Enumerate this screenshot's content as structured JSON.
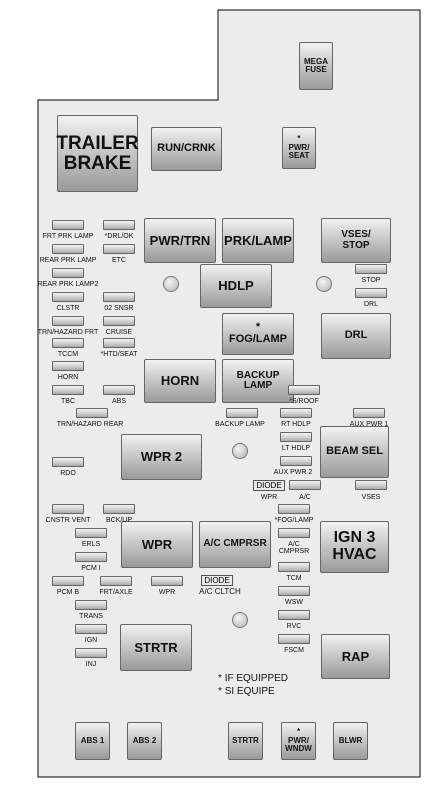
{
  "relays": {
    "mega_fuse": "MEGA\nFUSE",
    "trailer_brake": "TRAILER\nBRAKE",
    "run_crnk": "RUN/CRNK",
    "pwr_seat": "*\nPWR/\nSEAT",
    "pwr_trn": "PWR/TRN",
    "prk_lamp": "PRK/LAMP",
    "vses_stop": "VSES/\nSTOP",
    "hdlp": "HDLP",
    "fog_lamp": "*\nFOG/LAMP",
    "drl": "DRL",
    "horn": "HORN",
    "backup_lamp": "BACKUP LAMP",
    "wpr2": "WPR 2",
    "beam_sel": "BEAM SEL",
    "wpr": "WPR",
    "ac_cmprsr": "A/C CMPRSR",
    "ign3_hvac": "IGN 3\nHVAC",
    "strtr": "STRTR",
    "rap": "RAP",
    "abs1": "ABS 1",
    "abs2": "ABS 2",
    "strtr_bottom": "STRTR",
    "pwr_wndw": "*\nPWR/\nWNDW",
    "blwr": "BLWR"
  },
  "fuses": {
    "frt_prk_lamp": "FRT PRK LAMP",
    "drl_ok": "*DRL/OK",
    "etc": "ETC",
    "rear_prk_lamp": "REAR PRK LAMP",
    "rear_prk_lamp2": "REAR PRK LAMP2",
    "clstr": "CLSTR",
    "o2_snsr": "02 SNSR",
    "trn_hazard_frt": "TRN/HAZARD FRT",
    "cruise": "CRUISE",
    "tccm": "TCCM",
    "htd_seat": "*HTD/SEAT",
    "horn": "HORN",
    "tbc": "TBC",
    "abs": "ABS",
    "trn_hazard_rear": "TRN/HAZARD REAR",
    "stop": "STOP",
    "drl": "DRL",
    "s_roof": "*S/ROOF",
    "backup_lamp": "BACKUP LAMP",
    "rt_hdlp": "RT HDLP",
    "aux_pwr1": "AUX PWR 1",
    "lt_hdlp": "LT HDLP",
    "rdo": "RDO",
    "aux_pwr2": "AUX PWR 2",
    "wpr": "WPR",
    "ac": "A/C",
    "vses": "VSES",
    "cnstr_vent": "CNSTR VENT",
    "bck_up": "BCK/UP",
    "fog_lamp": "*FOG/LAMP",
    "erls": "ERLS",
    "ac_cmprsr": "A/C\nCMPRSR",
    "pcm_i": "PCM I",
    "pcm_b": "PCM B",
    "frt_axle": "FRT/AXLE",
    "wpr_lower": "WPR",
    "tcm": "TCM",
    "trans": "TRANS",
    "wsw": "WSW",
    "ign": "IGN",
    "rvc": "RVC",
    "inj": "INJ",
    "fscm": "FSCM"
  },
  "diodes": {
    "diode_wpr": "DIODE",
    "diode_ac": "DIODE",
    "ac_clutch": "A/C CLTCH"
  },
  "legend": {
    "if_equipped": "IF EQUIPPED",
    "si_equipe": "SI EQUIPE",
    "marker": "*"
  }
}
